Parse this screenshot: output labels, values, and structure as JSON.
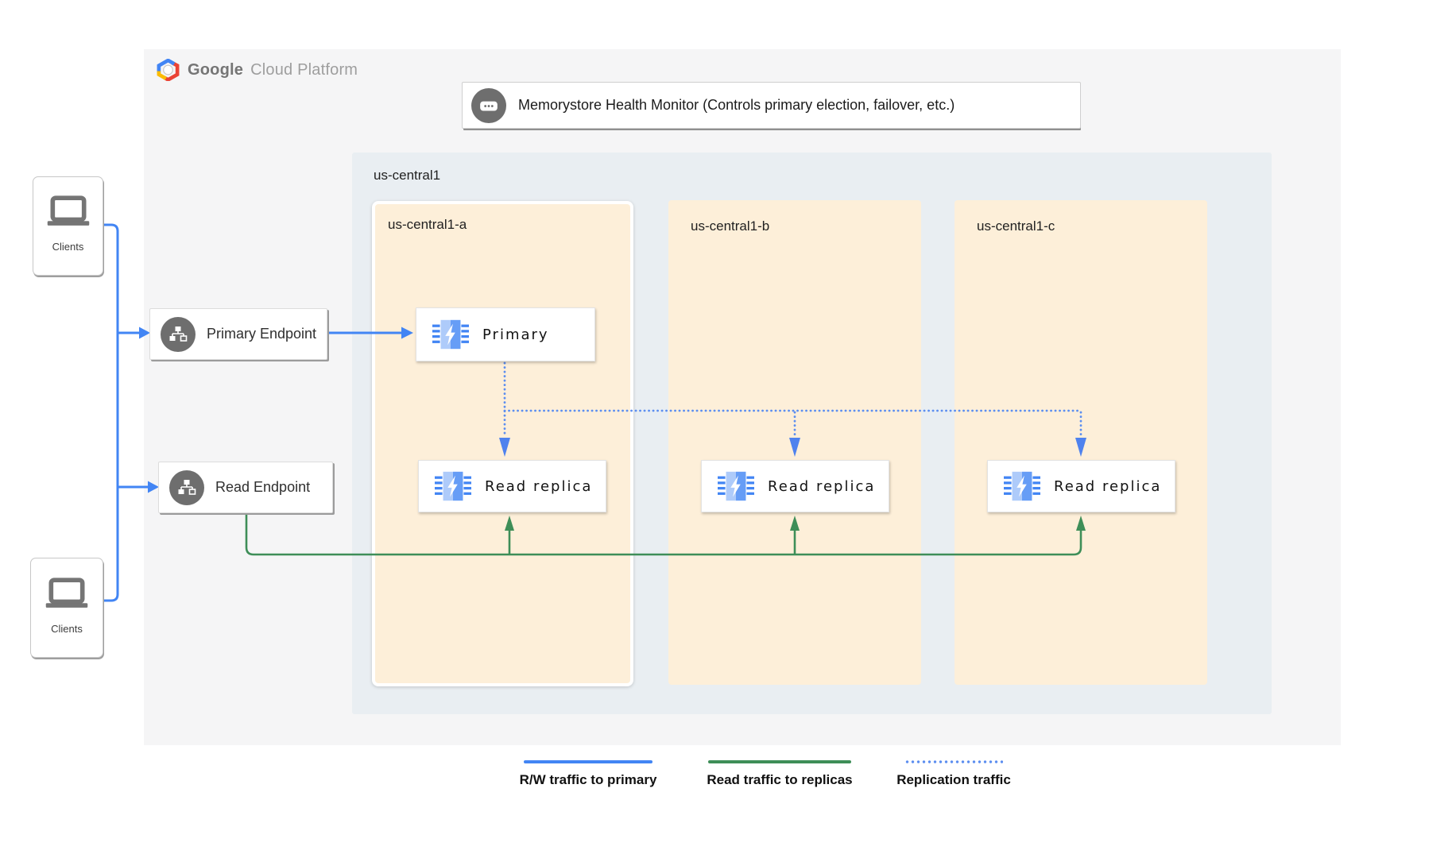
{
  "header": {
    "brand_primary": "Google",
    "brand_secondary": "Cloud Platform"
  },
  "health_monitor": {
    "label": "Memorystore Health Monitor (Controls primary election, failover, etc.)",
    "icon": "chat-dots-icon"
  },
  "region": {
    "label": "us-central1",
    "zones": [
      {
        "label": "us-central1-a",
        "nodes": [
          {
            "label": "Primary",
            "icon": "memorystore-chip-icon"
          },
          {
            "label": "Read replica",
            "icon": "memorystore-chip-icon"
          }
        ]
      },
      {
        "label": "us-central1-b",
        "nodes": [
          {
            "label": "Read replica",
            "icon": "memorystore-chip-icon"
          }
        ]
      },
      {
        "label": "us-central1-c",
        "nodes": [
          {
            "label": "Read replica",
            "icon": "memorystore-chip-icon"
          }
        ]
      }
    ]
  },
  "endpoints": {
    "primary": {
      "label": "Primary Endpoint",
      "icon": "network-sitemap-icon"
    },
    "read": {
      "label": "Read Endpoint",
      "icon": "network-sitemap-icon"
    }
  },
  "clients": {
    "top": {
      "label": "Clients",
      "icon": "laptop-icon"
    },
    "bottom": {
      "label": "Clients",
      "icon": "laptop-icon"
    }
  },
  "legend": {
    "items": [
      {
        "label": "R/W traffic to primary",
        "style": "solid",
        "color": "#4285f4"
      },
      {
        "label": "Read traffic to replicas",
        "style": "solid",
        "color": "#3e8e58"
      },
      {
        "label": "Replication traffic",
        "style": "dotted",
        "color": "#5c8ef0"
      }
    ]
  },
  "colors": {
    "rw_traffic_blue": "#4285f4",
    "read_traffic_green": "#3e8e58",
    "replication_blue": "#5c8ef0",
    "zone_fill": "#fdefd9",
    "region_fill": "#e9eef2",
    "panel_fill": "#f5f5f6",
    "icon_gray": "#6e6e6e"
  }
}
